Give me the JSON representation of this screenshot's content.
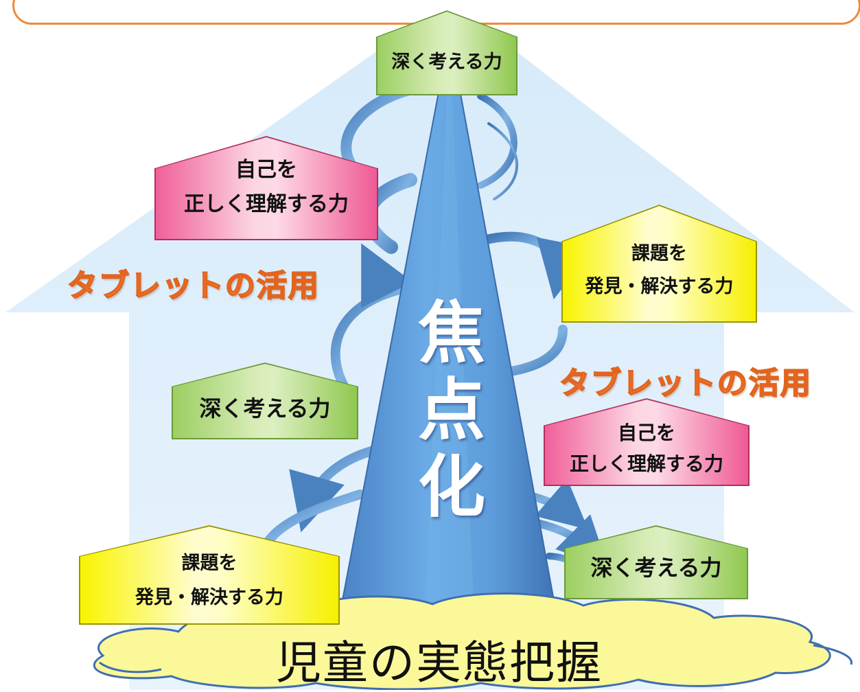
{
  "labels": {
    "top_green": "深く考える力",
    "upper_left_pink": [
      "自己を",
      "正しく理解する力"
    ],
    "upper_right_yellow": [
      "課題を",
      "発見・解決する力"
    ],
    "mid_left_green": "深く考える力",
    "mid_right_pink": [
      "自己を",
      "正しく理解する力"
    ],
    "lower_left_yellow": [
      "課題を",
      "発見・解決する力"
    ],
    "lower_right_green": "深く考える力"
  },
  "tablet_label_left": "タブレットの活用",
  "tablet_label_right": "タブレットの活用",
  "focus_chars": [
    "焦",
    "点",
    "化"
  ],
  "foundation": "児童の実態把握",
  "colors": {
    "house": "#dcedf9",
    "spire": "#5f9fd9",
    "arrow": "#4a82bf",
    "cloud": "#fbf89a",
    "tablet_text": "#e2651f"
  }
}
